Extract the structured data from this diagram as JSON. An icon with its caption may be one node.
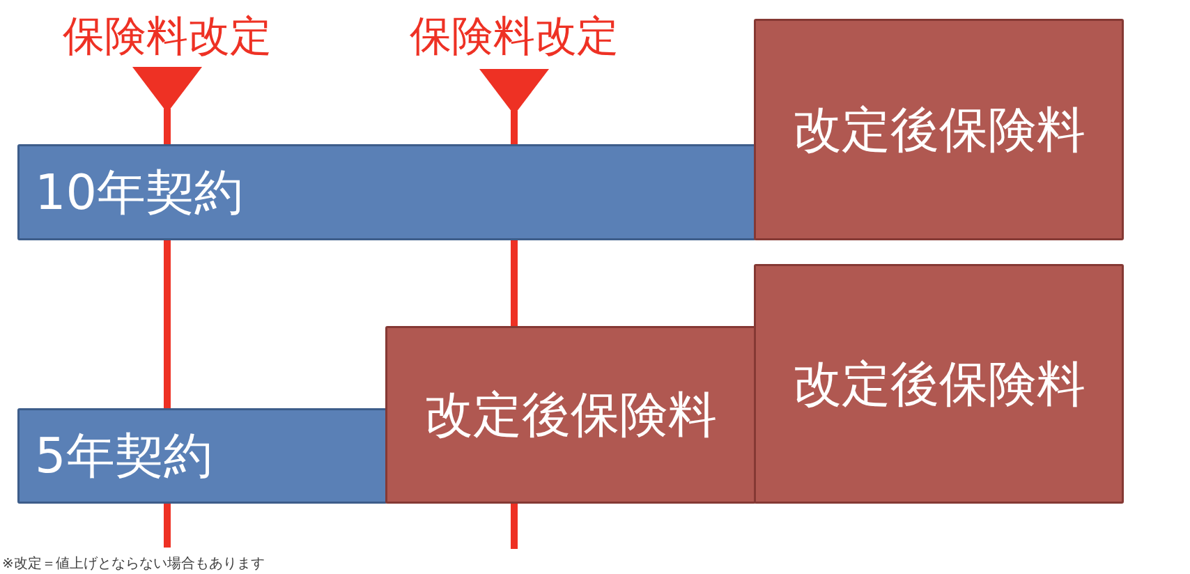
{
  "diagram": {
    "caption": "※改定＝値上げとならない場合もあります",
    "nodes": [
      {
        "text": [
          "10年契約"
        ]
      },
      {
        "text": [
          "改定後保険料"
        ]
      },
      {
        "text": [
          "5年契約"
        ]
      },
      {
        "text": [
          "改定後保険料"
        ]
      },
      {
        "text": [
          "改定後保険料"
        ]
      }
    ],
    "labels": [
      "保険料改定",
      "保険料改定"
    ]
  }
}
